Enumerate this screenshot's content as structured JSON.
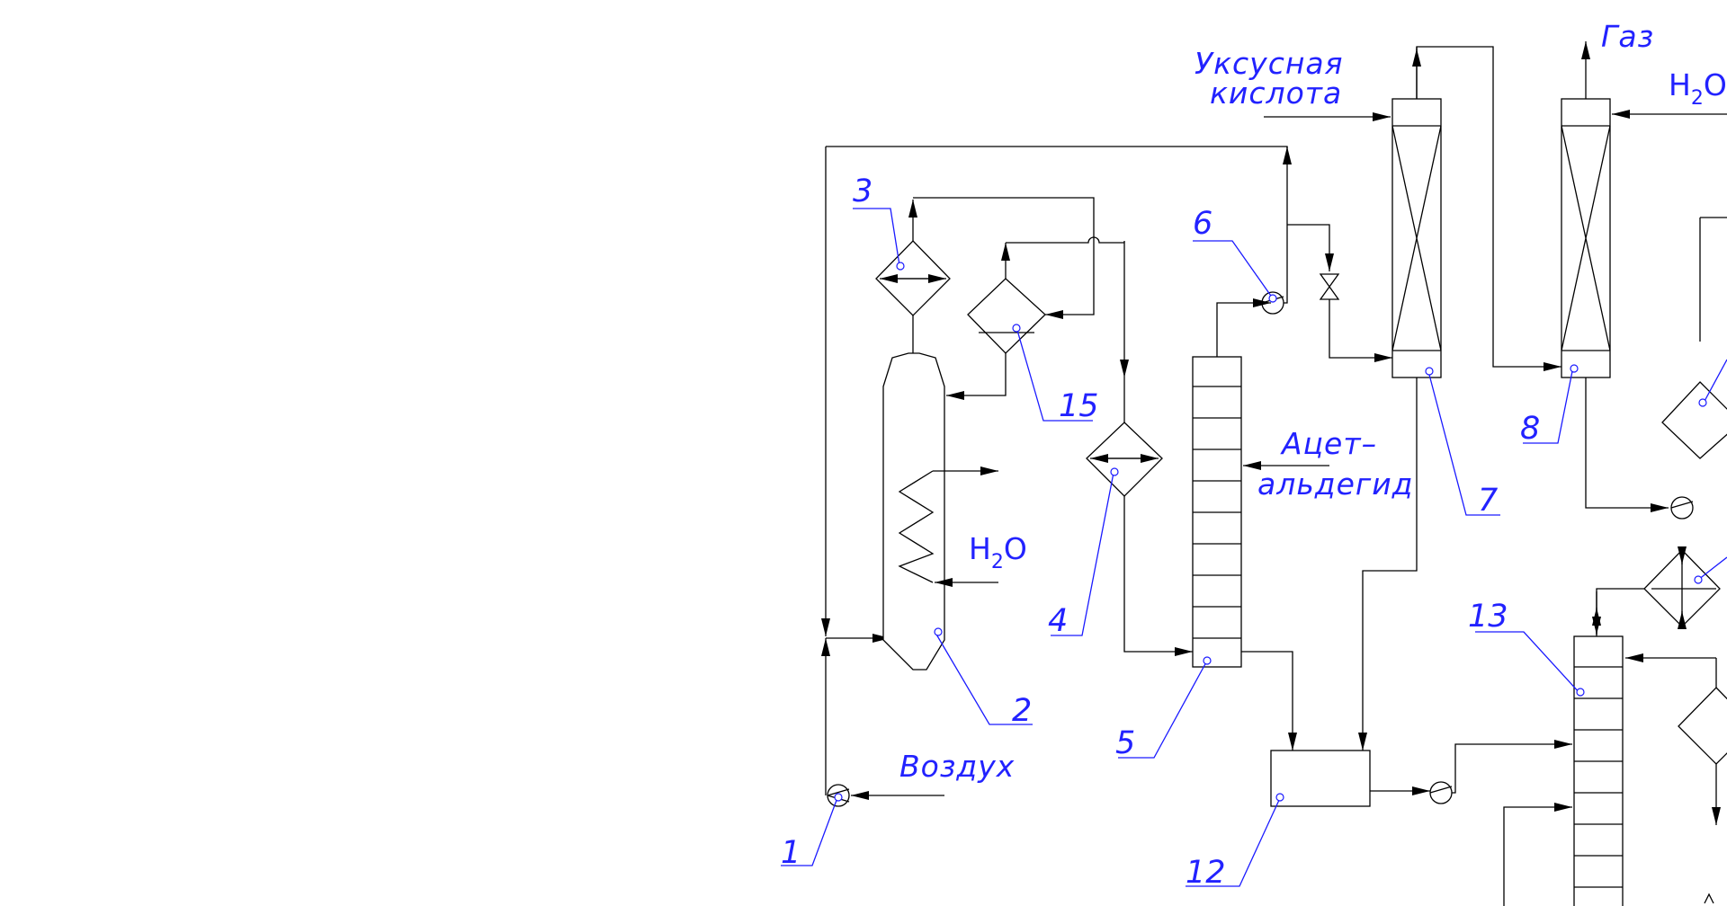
{
  "streams": {
    "air": "Воздух",
    "water": "H",
    "water_sub": "2",
    "water_tail": "O",
    "water2": "H",
    "water2_sub": "2",
    "water2_tail": "O",
    "acetic_line1": "Уксусная",
    "acetic_line2": "кислота",
    "acet_line1": "Ацет–",
    "acet_line2": "альдегид",
    "gas": "Газ"
  },
  "labels": {
    "n1": "1",
    "n2": "2",
    "n3": "3",
    "n4": "4",
    "n5": "5",
    "n6": "6",
    "n7": "7",
    "n8": "8",
    "n12": "12",
    "n13": "13",
    "n15": "15"
  },
  "colors": {
    "line": "#000000",
    "annotation": "#2222ff",
    "background": "#ffffff"
  }
}
